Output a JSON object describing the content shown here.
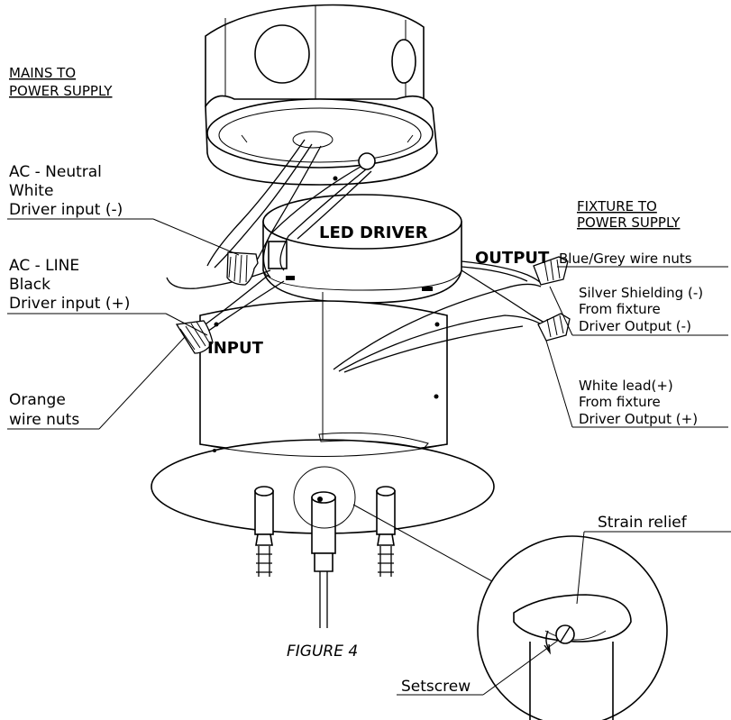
{
  "labels": {
    "mains": [
      "MAINS TO",
      "POWER SUPPLY"
    ],
    "ac_neutral": [
      "AC - Neutral",
      "White",
      "Driver input (-)"
    ],
    "ac_line": [
      "AC - LINE",
      "Black",
      "Driver input (+)"
    ],
    "orange": [
      "Orange",
      "wire nuts"
    ],
    "led_driver": "LED DRIVER",
    "output": "OUTPUT",
    "input": "INPUT",
    "fixture": [
      "FIXTURE TO",
      "POWER SUPPLY"
    ],
    "blue_grey": "Blue/Grey wire nuts",
    "silver": [
      "Silver Shielding (-)",
      "From fixture",
      "Driver Output (-)"
    ],
    "white_lead": [
      "White lead(+)",
      "From fixture",
      "Driver Output (+)"
    ],
    "strain_relief": "Strain relief",
    "setscrew": "Setscrew",
    "figure": "FIGURE 4"
  }
}
